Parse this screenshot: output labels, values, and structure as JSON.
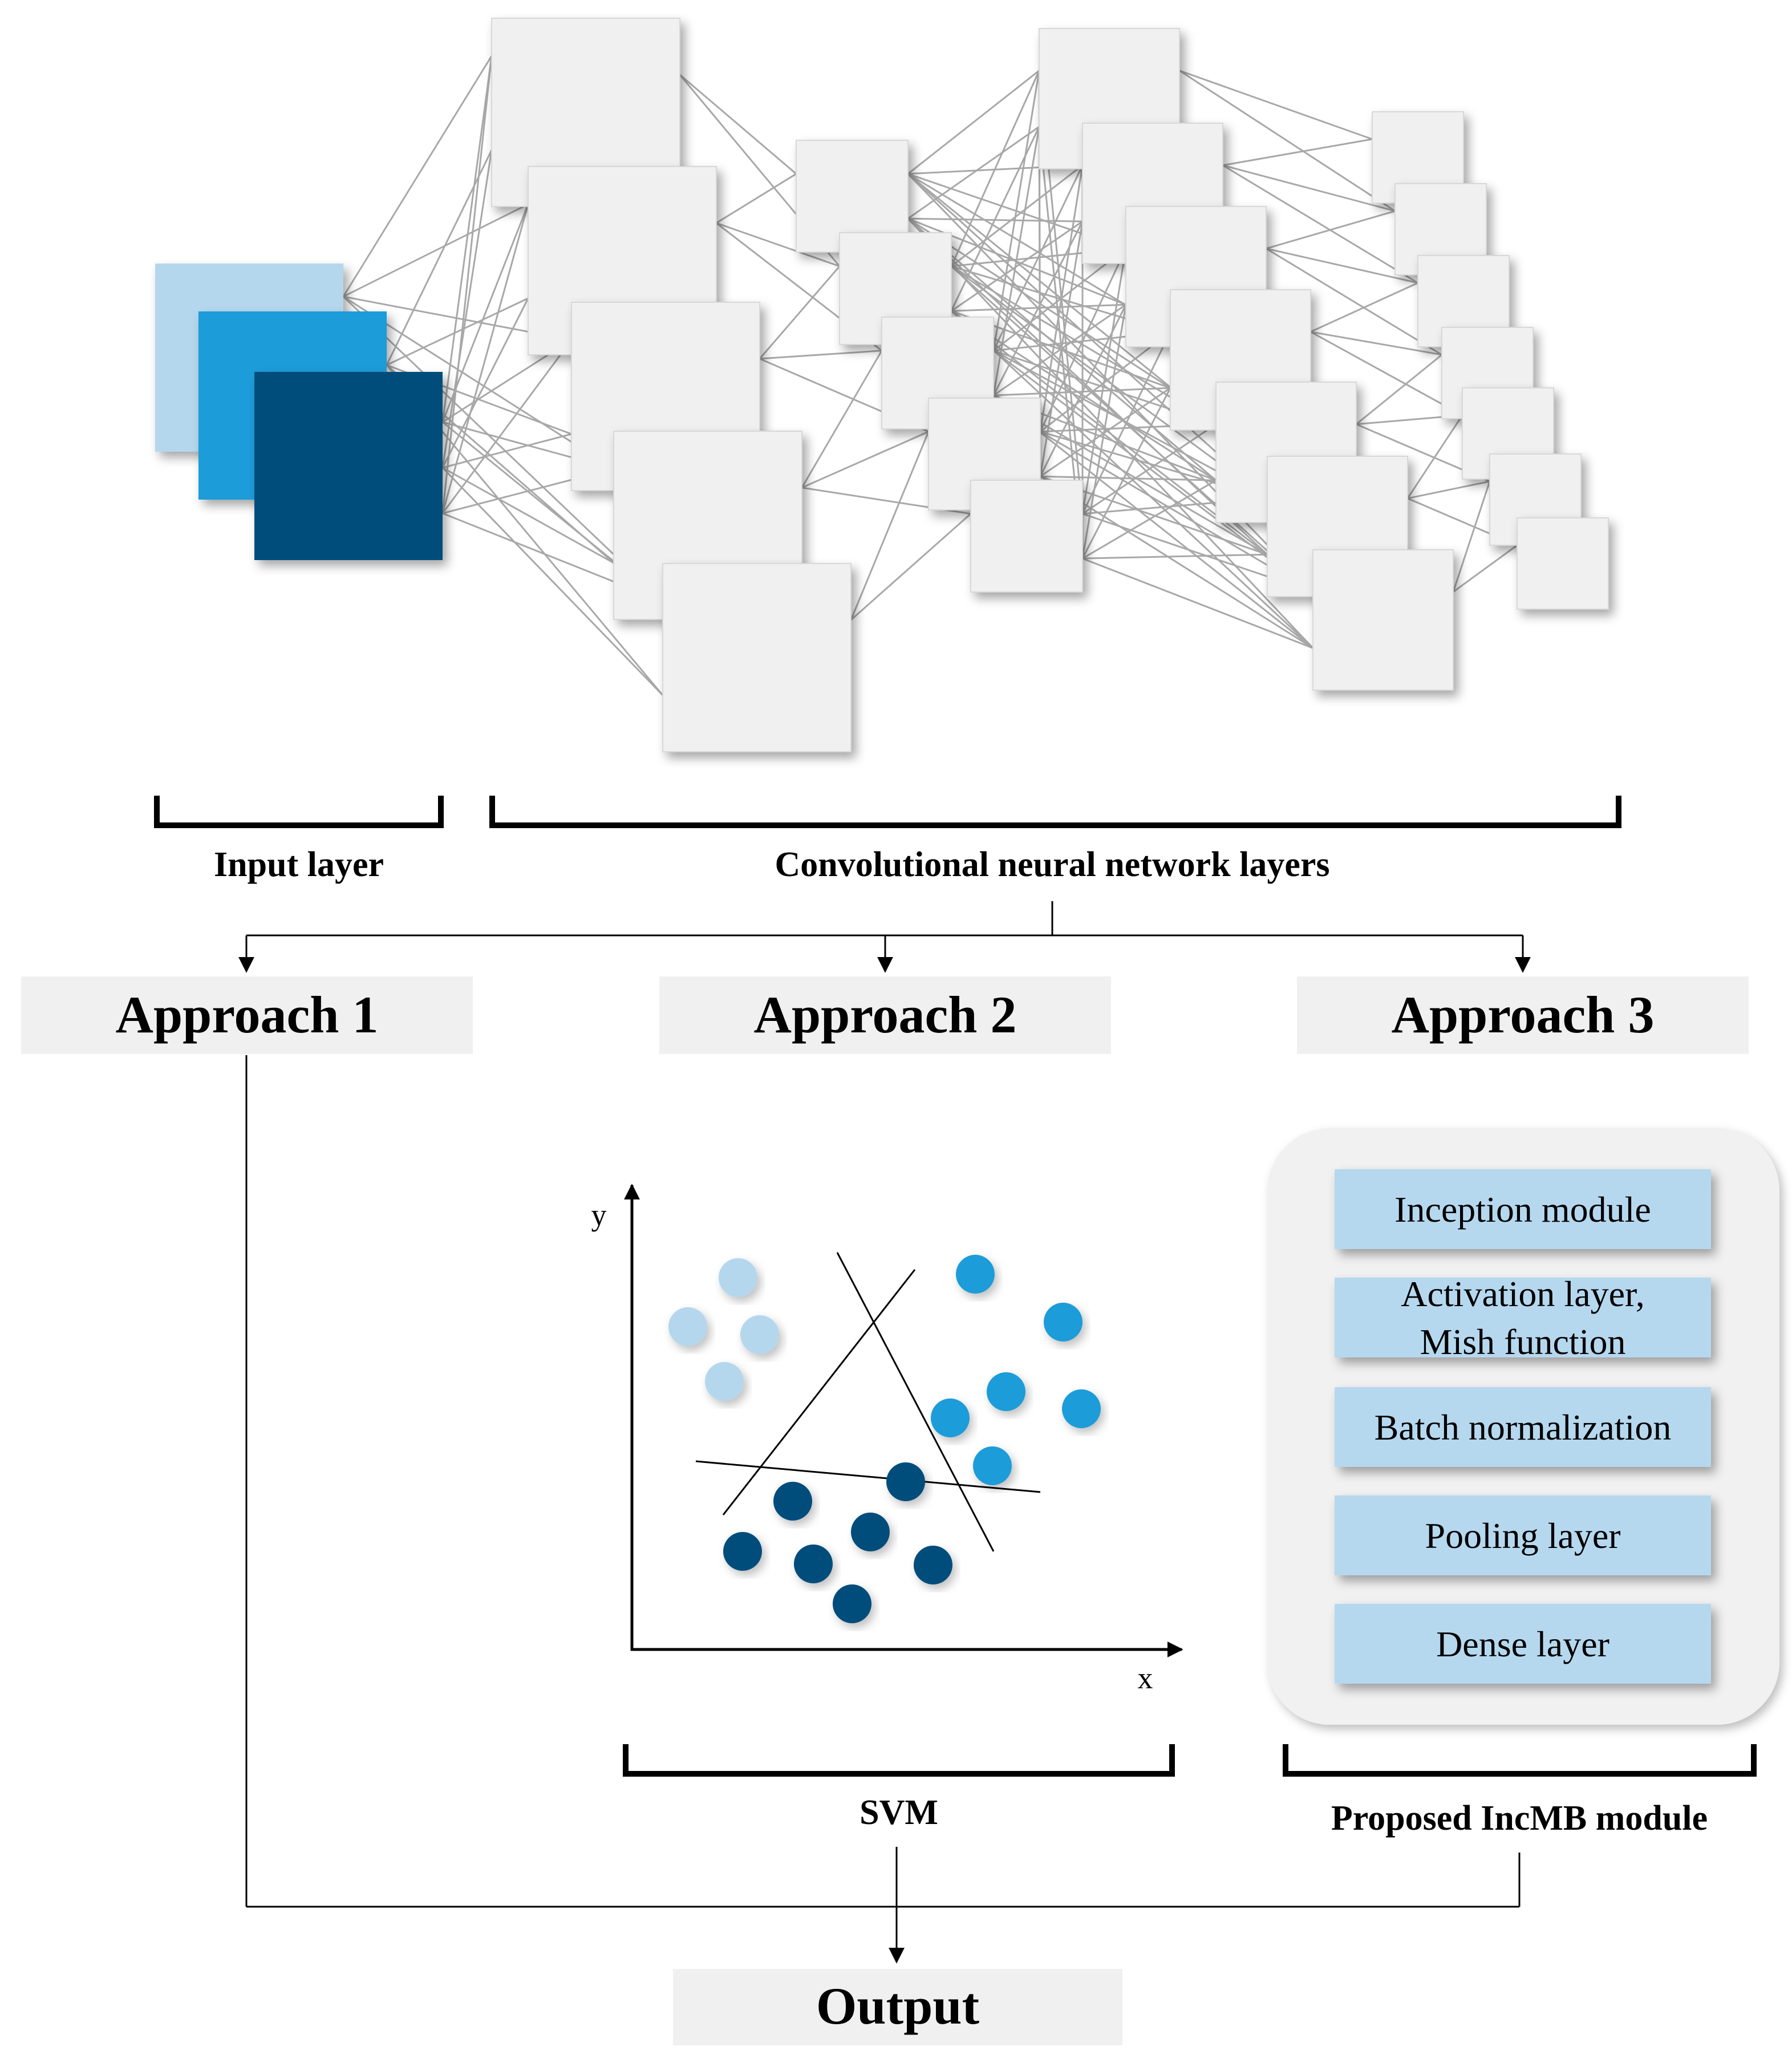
{
  "labels": {
    "input_layer": "Input layer",
    "cnn_layers": "Convolutional neural network layers",
    "approach_1": "Approach 1",
    "approach_2": "Approach 2",
    "approach_3": "Approach 3",
    "svm": "SVM",
    "incmb": "Proposed IncMB module",
    "output": "Output",
    "axis_x": "x",
    "axis_y": "y"
  },
  "module_blocks": [
    {
      "lines": [
        "Inception module"
      ]
    },
    {
      "lines": [
        "Activation layer,",
        "Mish function"
      ]
    },
    {
      "lines": [
        "Batch normalization"
      ]
    },
    {
      "lines": [
        "Pooling layer"
      ]
    },
    {
      "lines": [
        "Dense layer"
      ]
    }
  ],
  "colors": {
    "input_light": "#b4d7ee",
    "input_mid": "#1a9cd8",
    "input_dark": "#024d7c",
    "feature_map": "#f0f0f0",
    "connection_line": "#a8a8a8",
    "approach_bg": "#f0f0f0",
    "module_bg": "#f1f1f1",
    "module_block": "#b6d8ef"
  },
  "svm_classes": [
    {
      "name": "light",
      "color": "#b4d7ee"
    },
    {
      "name": "mid",
      "color": "#1a9cd8"
    },
    {
      "name": "dark",
      "color": "#024d7c"
    }
  ]
}
